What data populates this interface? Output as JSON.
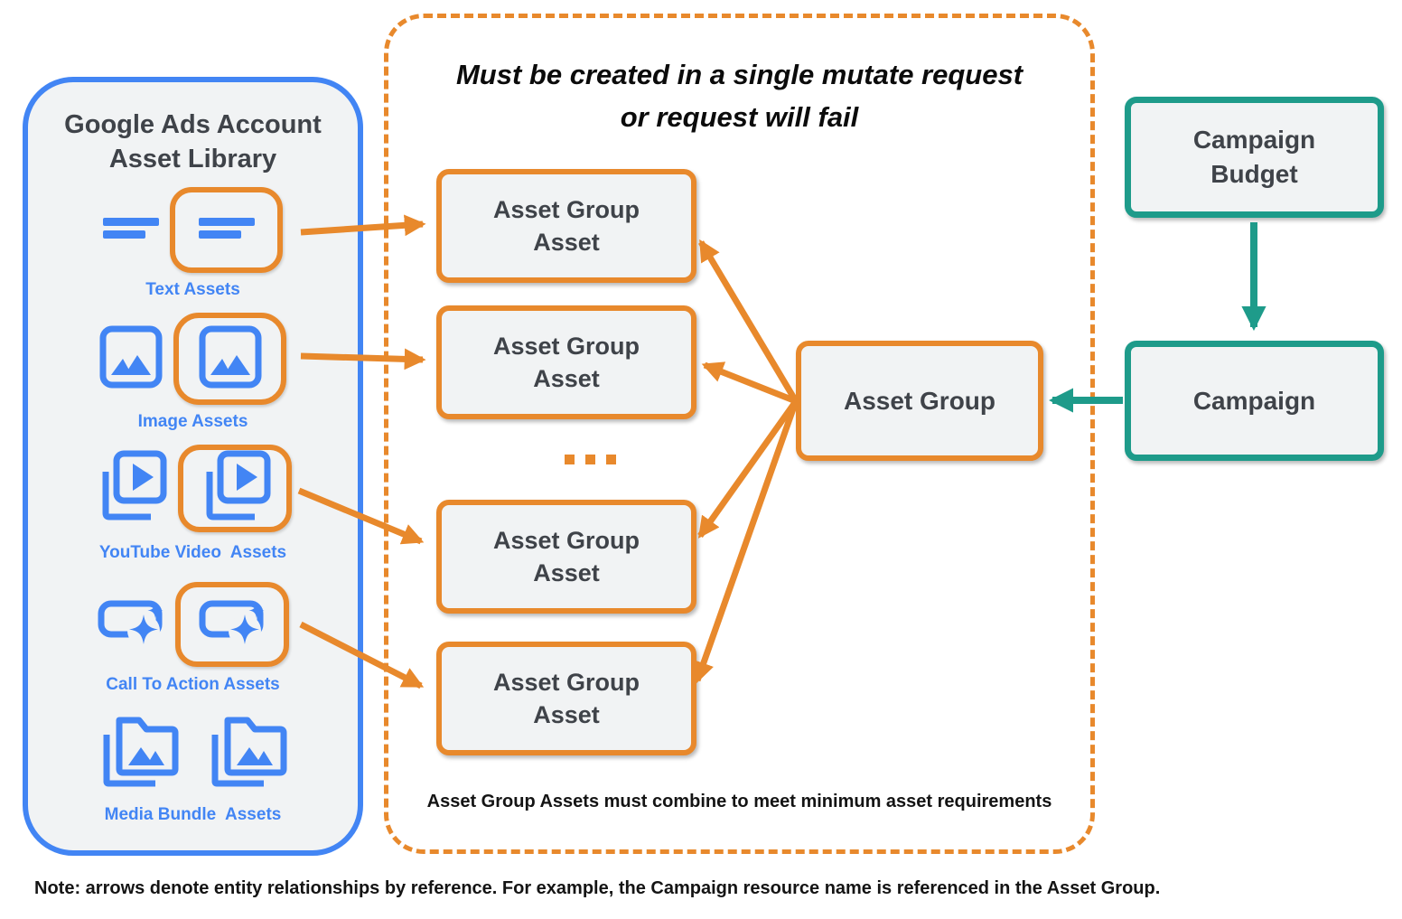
{
  "colors": {
    "orange": "#E8892C",
    "blue": "#4285F4",
    "teal": "#1E9B8A",
    "box_fill": "#F1F3F4",
    "text_dark": "#3F4349",
    "note_black": "#141414"
  },
  "library": {
    "title_line1": "Google Ads Account",
    "title_line2": "Asset Library",
    "items": [
      {
        "label": "Text Assets",
        "icon": "text-asset-icon",
        "highlighted": true
      },
      {
        "label": "Image Assets",
        "icon": "image-asset-icon",
        "highlighted": true
      },
      {
        "label": "YouTube Video  Assets",
        "icon": "youtube-video-asset-icon",
        "highlighted": true
      },
      {
        "label": "Call To Action Assets",
        "icon": "call-to-action-asset-icon",
        "highlighted": true
      },
      {
        "label": "Media Bundle  Assets",
        "icon": "media-bundle-asset-icon",
        "highlighted": false
      }
    ]
  },
  "mutate_panel": {
    "title_line1": "Must be created in a single mutate request",
    "title_line2": "or request will fail",
    "boxes": [
      {
        "label": "Asset Group\nAsset"
      },
      {
        "label": "Asset Group\nAsset"
      },
      {
        "label": "Asset Group\nAsset"
      },
      {
        "label": "Asset Group\nAsset"
      }
    ],
    "ellipsis": "...",
    "footnote": "Asset Group Assets must combine to meet minimum asset requirements"
  },
  "asset_group": {
    "label": "Asset Group"
  },
  "campaign_budget": {
    "label": "Campaign\nBudget"
  },
  "campaign": {
    "label": "Campaign"
  },
  "note": {
    "text": "Note: arrows denote entity relationships by reference. For example, the Campaign resource name is referenced in the Asset Group."
  }
}
